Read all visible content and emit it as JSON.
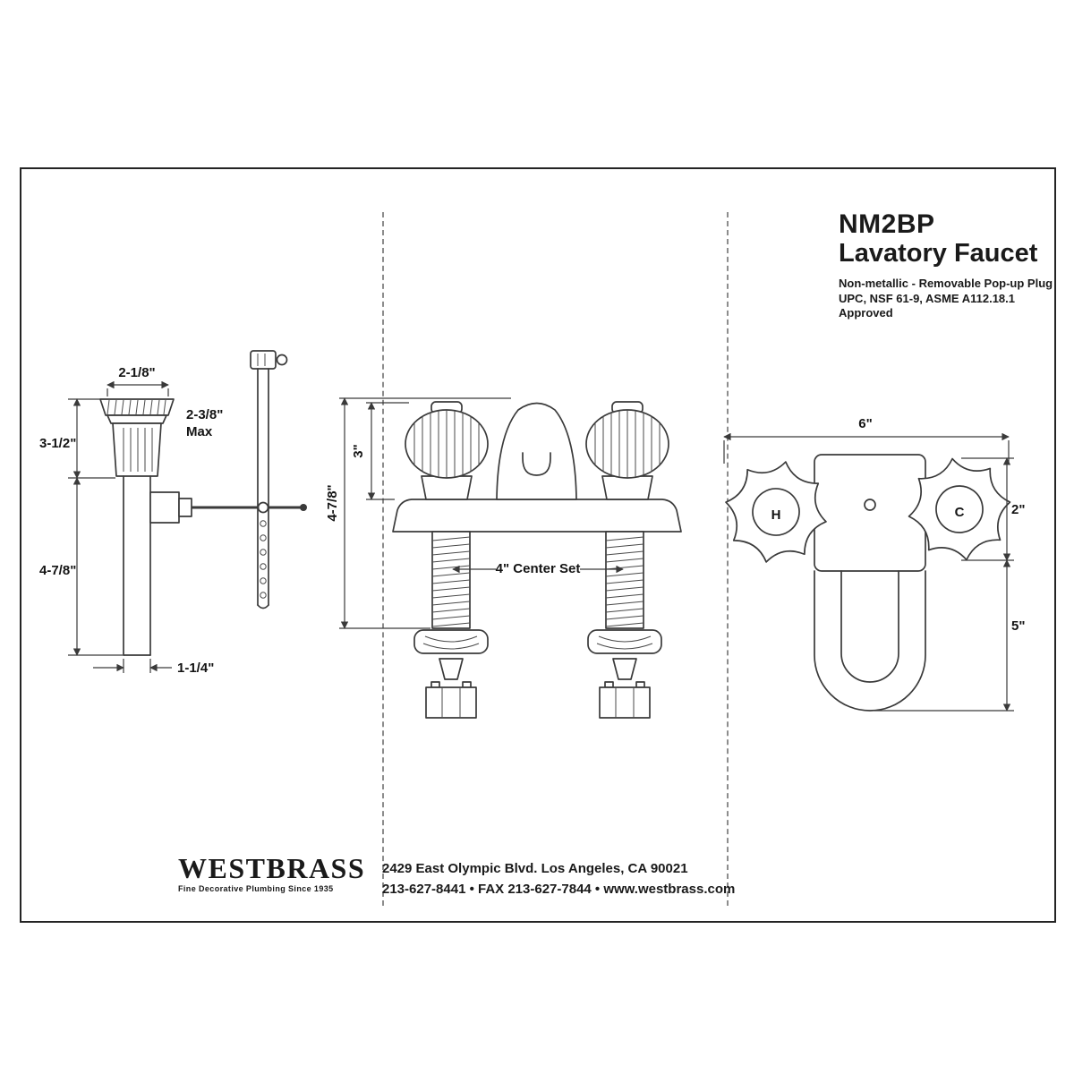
{
  "header": {
    "model": "NM2BP",
    "product": "Lavatory Faucet",
    "subtitle_line1": "Non-metallic - Removable Pop-up Plug",
    "subtitle_line2": "UPC, NSF 61-9, ASME A112.18.1 Approved"
  },
  "drain_view": {
    "dim_diameter_top": "2-1/8\"",
    "dim_depth": "2-3/8\"",
    "dim_depth_suffix": "Max",
    "dim_upper_height": "3-1/2\"",
    "dim_lower_height": "4-7/8\"",
    "dim_tailpiece": "1-1/4\""
  },
  "front_view": {
    "dim_handle_height": "3\"",
    "dim_overall_height": "4-7/8\"",
    "dim_center_set": "4\" Center Set"
  },
  "top_view": {
    "dim_width": "6\"",
    "dim_handle_depth": "2\"",
    "dim_spout_reach": "5\"",
    "hot_label": "H",
    "cold_label": "C"
  },
  "footer": {
    "brand": "WESTBRASS",
    "tagline": "Fine Decorative Plumbing Since 1935",
    "address_line": "2429 East Olympic Blvd. Los Angeles, CA  90021",
    "contact_line": "213-627-8441 • FAX 213-627-7844 • www.westbrass.com"
  }
}
